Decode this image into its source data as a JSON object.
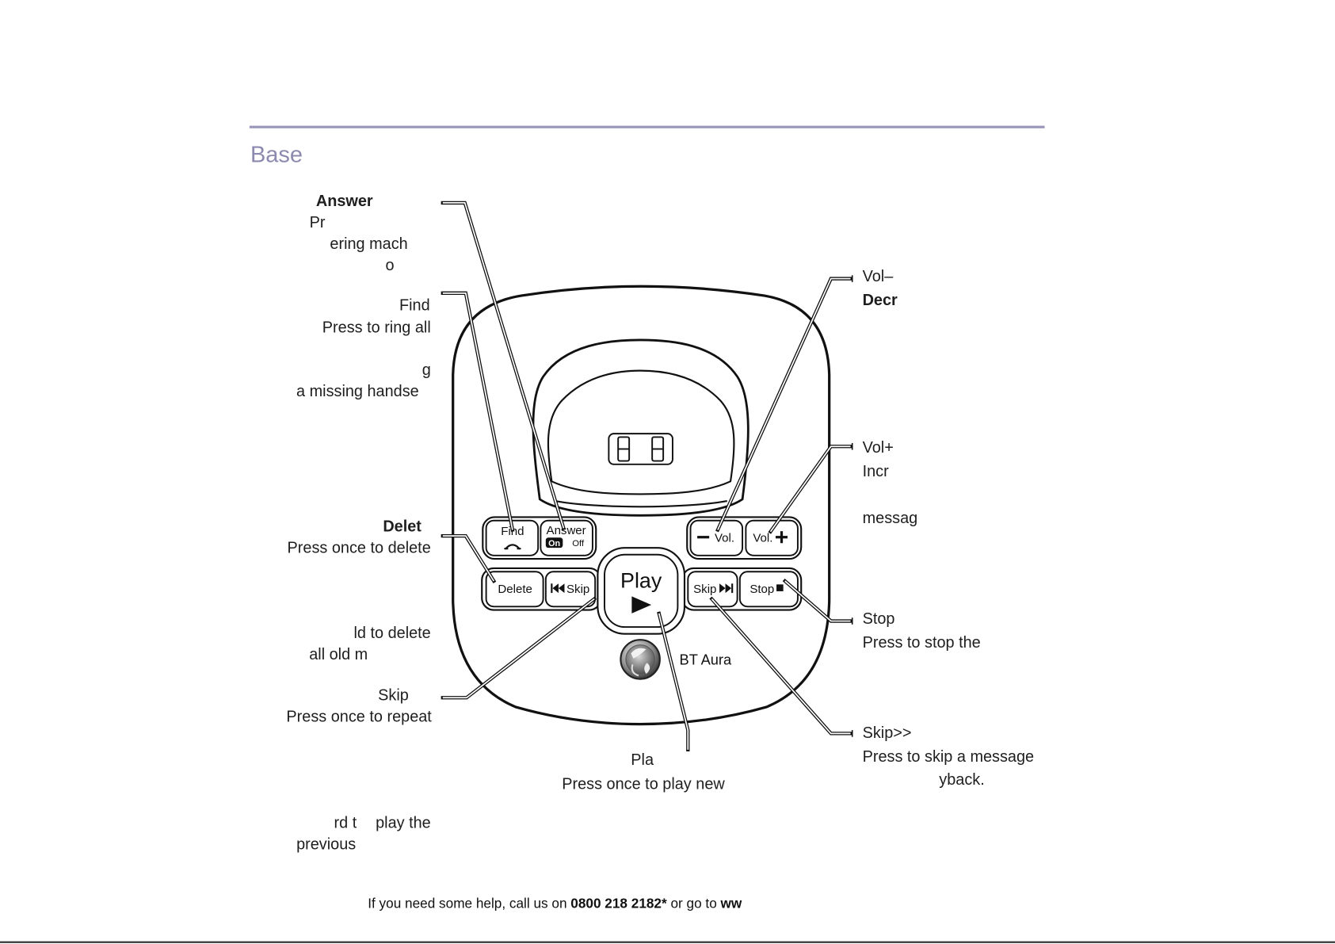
{
  "page": {
    "section_title": "Base",
    "colors": {
      "rule": "#9b99b9",
      "heading": "#8c8aae",
      "text": "#1e1e1e"
    }
  },
  "callouts": {
    "answer": [
      "Answer",
      "Pr",
      "ering mach",
      "o"
    ],
    "find": [
      "Find",
      "Press to ring all",
      "g",
      "a missing handse"
    ],
    "delete": [
      "Delet",
      "Press once to delete",
      "ld to delete",
      "all old m"
    ],
    "skip_back": [
      "Skip",
      "Press once to repeat",
      "rd t",
      "play the",
      "previous"
    ],
    "play": [
      "Pla",
      "Press once to play new"
    ],
    "vol_down": [
      "Vol–",
      "Decr"
    ],
    "vol_up": [
      "Vol+",
      "Incr",
      "messag"
    ],
    "stop": [
      "Stop",
      "Press to stop the"
    ],
    "skip_forward": [
      "Skip>>",
      "Press to skip a message",
      "yback."
    ]
  },
  "device": {
    "buttons": {
      "find": {
        "label": "Find",
        "icon": "phone-icon"
      },
      "answer": {
        "label": "Answer",
        "on": "On",
        "off": "Off"
      },
      "vol_down": {
        "label": "Vol.",
        "icon": "minus-icon"
      },
      "vol_up": {
        "label": "Vol.",
        "icon": "plus-icon"
      },
      "delete": {
        "label": "Delete"
      },
      "skip_back": {
        "label": "Skip",
        "icon": "skip-back-icon"
      },
      "play": {
        "label": "Play",
        "icon": "play-icon"
      },
      "skip_forward": {
        "label": "Skip",
        "icon": "skip-forward-icon"
      },
      "stop": {
        "label": "Stop",
        "icon": "stop-icon"
      }
    },
    "brand": {
      "label": "BT Aura",
      "icon": "bt-globe-logo-icon"
    }
  },
  "footer": {
    "text_before": "If you need some help, call us on ",
    "phone": "0800 218 2182*",
    "text_middle": " or go to ",
    "web": "ww"
  }
}
